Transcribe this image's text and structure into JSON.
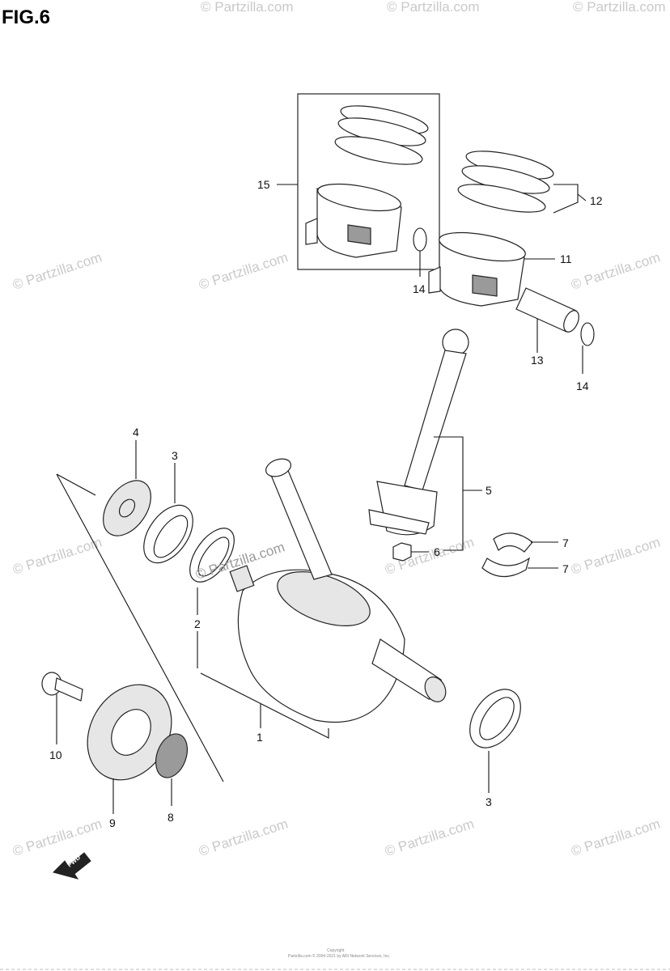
{
  "figure": {
    "title": "FIG.6"
  },
  "watermark": {
    "text": "© Partzilla.com",
    "center_text": "© Partzilla.com"
  },
  "callouts": {
    "c1": "1",
    "c2": "2",
    "c3a": "3",
    "c3b": "3",
    "c4": "4",
    "c5": "5",
    "c6": "6",
    "c7a": "7",
    "c7b": "7",
    "c8": "8",
    "c9": "9",
    "c10": "10",
    "c11": "11",
    "c12": "12",
    "c13": "13",
    "c14a": "14",
    "c14b": "14",
    "c15": "15"
  },
  "fwd": {
    "label": "FWD"
  },
  "copyright": {
    "line1": "Copyright",
    "line2": "Partzilla.com © 2004-2021 by ARI Network Services, Inc."
  }
}
